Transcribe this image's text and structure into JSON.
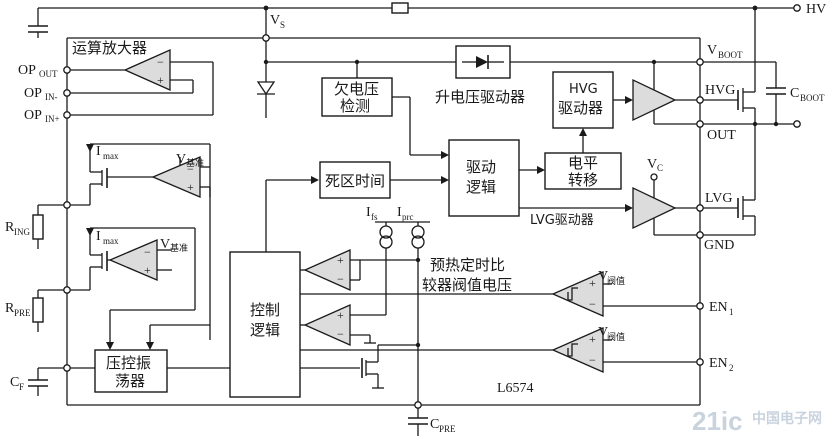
{
  "labels": {
    "hv": "HV",
    "vs": "V",
    "vs_sub": "S",
    "vboot": "V",
    "vboot_sub": "BOOT",
    "hvg": "HVG",
    "cboot": "C",
    "cboot_sub": "BOOT",
    "out": "OUT",
    "lvg": "LVG",
    "gnd": "GND",
    "vc": "V",
    "vc_sub": "C",
    "en1": "EN",
    "en1_sub": "1",
    "en2": "EN",
    "en2_sub": "2",
    "opamp": "运算放大器",
    "op_out": "OP",
    "op_out_sub": "OUT",
    "op_inm": "OP",
    "op_inm_sub": "IN-",
    "op_inp": "OP",
    "op_inp_sub": "IN+",
    "imax1": "I",
    "imax1_sub": "max",
    "vref1": "V",
    "vref1_sub": "基准",
    "imax2": "I",
    "imax2_sub": "max",
    "vref2": "V",
    "vref2_sub": "基准",
    "ring": "R",
    "ring_sub": "ING",
    "rpre": "R",
    "rpre_sub": "PRE",
    "cf": "C",
    "cf_sub": "F",
    "cpre": "C",
    "cpre_sub": "PRE",
    "ifs": "I",
    "ifs_sub": "fs",
    "iprc": "I",
    "iprc_sub": "prc",
    "uvlo_1": "欠电压",
    "uvlo_2": "检测",
    "boost_driver": "升电压驱动器",
    "hvg_driver_1": "HVG",
    "hvg_driver_2": "驱动器",
    "deadtime": "死区时间",
    "drive_logic_1": "驱动",
    "drive_logic_2": "逻辑",
    "level_shift_1": "电平",
    "level_shift_2": "转移",
    "lvg_driver": "LVG驱动器",
    "preheat_1": "预热定时比",
    "preheat_2": "较器阀值电压",
    "vth1": "V",
    "vth1_sub": "阀值",
    "vth2": "V",
    "vth2_sub": "阀值",
    "ctrl_logic_1": "控制",
    "ctrl_logic_2": "逻辑",
    "vco_1": "压控振",
    "vco_2": "荡器",
    "chip": "L6574",
    "plus": "+",
    "minus": "−"
  },
  "watermark": {
    "logo": "21ic",
    "text": "中国电子网"
  }
}
